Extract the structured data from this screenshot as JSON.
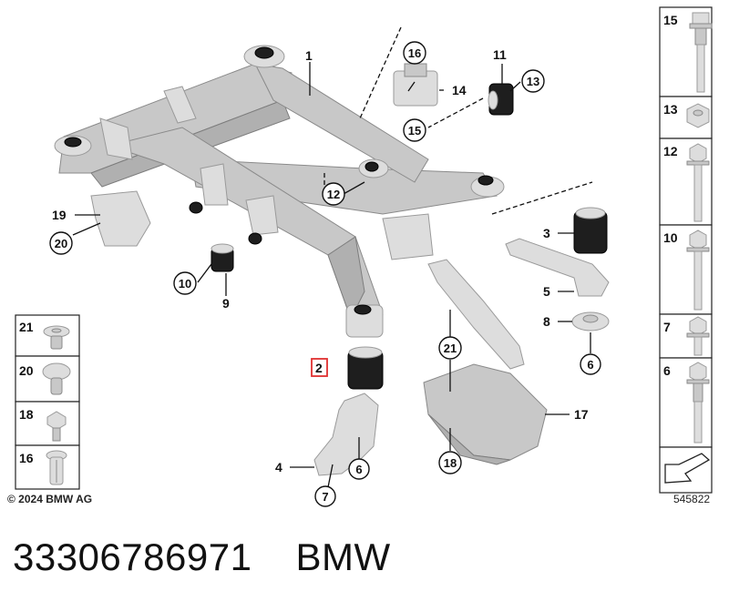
{
  "labels": {
    "l1": "1",
    "l2": "2",
    "l3": "3",
    "l4": "4",
    "l5": "5",
    "l6": "6",
    "l6b": "6",
    "l7": "7",
    "l8": "8",
    "l9": "9",
    "l10": "10",
    "l11": "11",
    "l12": "12",
    "l13": "13",
    "l14": "14",
    "l15": "15",
    "l16": "16",
    "l17": "17",
    "l18": "18",
    "l19": "19",
    "l20": "20",
    "l21": "21"
  },
  "legend_right": [
    "15",
    "13",
    "12",
    "10",
    "7",
    "6"
  ],
  "legend_left": [
    "21",
    "20",
    "18",
    "16"
  ],
  "copyright": "© 2024 BMW AG",
  "doc_number": "545822",
  "footer": {
    "part_number": "33306786971",
    "brand": "BMW"
  },
  "colors": {
    "part": "#c8c8c8",
    "rubber": "#1e1e1e",
    "highlight": "#e03030"
  }
}
